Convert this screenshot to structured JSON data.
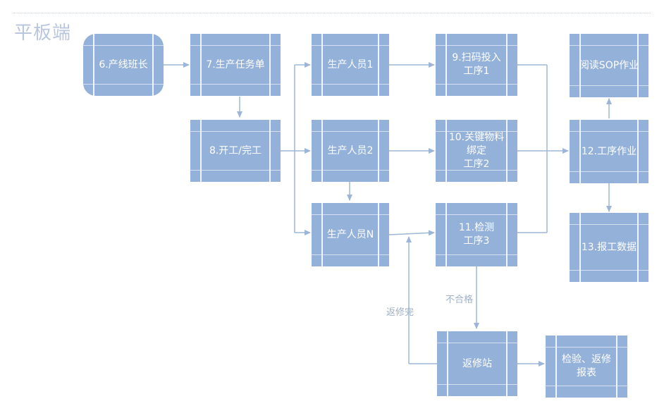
{
  "title": "平板端",
  "nodes": {
    "n6": "6.产线班长",
    "n7": "7.生产任务单",
    "n8": "8.开工/完工",
    "p1": "生产人员1",
    "p2": "生产人员2",
    "pn": "生产人员N",
    "n9": "9.扫码投入\n工序1",
    "n10": "10.关键物料\n绑定\n工序2",
    "n11": "11.检测\n工序3",
    "n12": "12.工序作业",
    "sop": "阅读SOP作业",
    "n13": "13.报工数据",
    "repair": "返修站",
    "report": "检验、返修\n报表"
  },
  "edge_labels": {
    "unqualified": "不合格",
    "repaired": "返修完"
  },
  "colors": {
    "box_fill": "#94b1d9",
    "arrow": "#9db6d8"
  }
}
